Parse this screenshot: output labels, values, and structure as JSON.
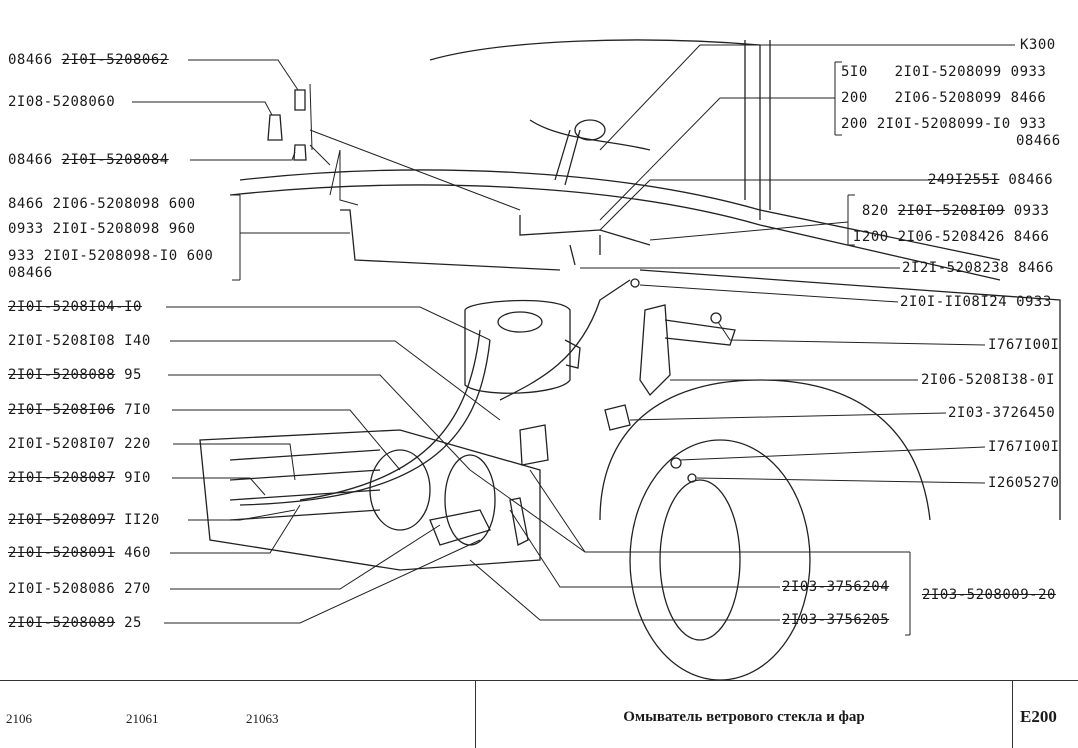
{
  "labels_left": [
    {
      "plain_pre": "08466 ",
      "struck": "2I0I-5208062",
      "plain_post": ""
    },
    {
      "plain_pre": "2I08-5208060",
      "struck": "",
      "plain_post": ""
    },
    {
      "plain_pre": "08466 ",
      "struck": "2I0I-5208084",
      "plain_post": ""
    },
    {
      "plain_pre": "8466 2I06-5208098 600",
      "struck": "",
      "plain_post": ""
    },
    {
      "plain_pre": "0933 2I0I-5208098 960",
      "struck": "",
      "plain_post": ""
    },
    {
      "plain_pre": "933 2I0I-5208098-I0 600",
      "struck": "",
      "plain_post": ""
    },
    {
      "plain_pre": "08466",
      "struck": "",
      "plain_post": ""
    },
    {
      "plain_pre": "",
      "struck": "2I0I-5208I04-I0",
      "plain_post": ""
    },
    {
      "plain_pre": "2I0I-5208I08 I40",
      "struck": "",
      "plain_post": ""
    },
    {
      "plain_pre": "",
      "struck": "2I0I-5208088",
      "plain_post": " 95"
    },
    {
      "plain_pre": "",
      "struck": "2I0I-5208I06",
      "plain_post": " 7I0"
    },
    {
      "plain_pre": "2I0I-5208I07 220",
      "struck": "",
      "plain_post": ""
    },
    {
      "plain_pre": "",
      "struck": "2I0I-5208087",
      "plain_post": " 9I0"
    },
    {
      "plain_pre": "",
      "struck": "2I0I-5208097",
      "plain_post": " II20"
    },
    {
      "plain_pre": "",
      "struck": "2I0I-5208091",
      "plain_post": " 460"
    },
    {
      "plain_pre": "2I0I-5208086 270",
      "struck": "",
      "plain_post": ""
    },
    {
      "plain_pre": "",
      "struck": "2I0I-5208089",
      "plain_post": " 25"
    }
  ],
  "labels_right": [
    {
      "plain_pre": "K300",
      "struck": "",
      "plain_post": ""
    },
    {
      "plain_pre": "5I0   2I0I-5208099 0933",
      "struck": "",
      "plain_post": ""
    },
    {
      "plain_pre": "200   2I06-5208099 8466",
      "struck": "",
      "plain_post": ""
    },
    {
      "plain_pre": "200 2I0I-5208099-I0 933",
      "struck": "",
      "plain_post": ""
    },
    {
      "plain_pre": "08466",
      "struck": "",
      "plain_post": ""
    },
    {
      "plain_pre": "",
      "struck": "249I255I",
      "plain_post": " 08466"
    },
    {
      "plain_pre": " 820 ",
      "struck": "2I0I-5208I09",
      "plain_post": " 0933"
    },
    {
      "plain_pre": "I200 2I06-5208426 8466",
      "struck": "",
      "plain_post": ""
    },
    {
      "plain_pre": "2I2I-5208238 8466",
      "struck": "",
      "plain_post": ""
    },
    {
      "plain_pre": "2I0I-II08I24 0933",
      "struck": "",
      "plain_post": ""
    },
    {
      "plain_pre": "I767I00I",
      "struck": "",
      "plain_post": ""
    },
    {
      "plain_pre": "2I06-5208I38-0I",
      "struck": "",
      "plain_post": ""
    },
    {
      "plain_pre": "2I03-3726450",
      "struck": "",
      "plain_post": ""
    },
    {
      "plain_pre": "I767I00I",
      "struck": "",
      "plain_post": ""
    },
    {
      "plain_pre": "I2605270",
      "struck": "",
      "plain_post": ""
    },
    {
      "plain_pre": "",
      "struck": "2I03-3756204",
      "plain_post": ""
    },
    {
      "plain_pre": "",
      "struck": "2I03-5208009-20",
      "plain_post": ""
    },
    {
      "plain_pre": "",
      "struck": "2I03-3756205",
      "plain_post": ""
    }
  ],
  "footer": {
    "models": [
      "2106",
      "21061",
      "21063"
    ],
    "title": "Омыватель ветрового стекла и фар",
    "code": "E200"
  }
}
